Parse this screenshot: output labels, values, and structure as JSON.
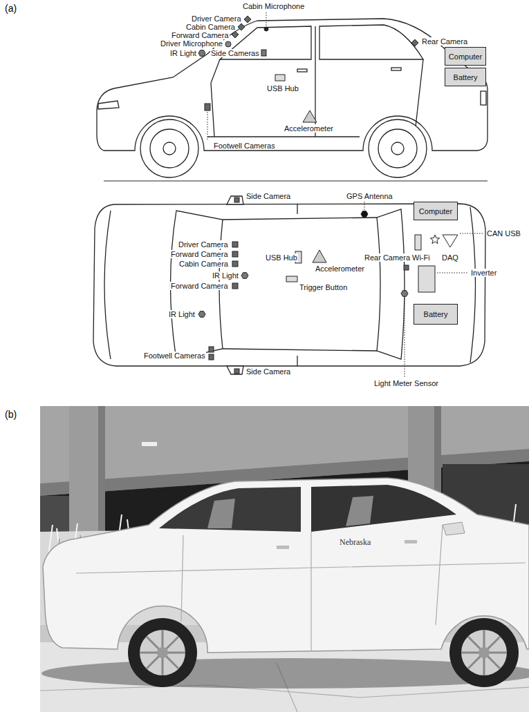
{
  "diagram": {
    "nodes": [
      {
        "text": [
          "Computer"
        ]
      },
      {
        "text": [
          "Battery"
        ]
      },
      {
        "text": [
          "Computer"
        ]
      },
      {
        "text": [
          "Battery"
        ]
      }
    ],
    "labels": [
      "(a)",
      "Cabin Microphone",
      "Driver Camera",
      "Cabin Camera",
      "Forward Camera",
      "Driver Microphone",
      "IR Light",
      "Side Cameras",
      "Rear Camera",
      "USB Hub",
      "Accelerometer",
      "Footwell Cameras",
      "Side Camera",
      "GPS Antenna",
      "CAN USB",
      "Driver Camera",
      "Forward Camera",
      "Cabin Camera",
      "IR Light",
      "Forward Camera",
      "USB Hub",
      "Accelerometer",
      "Rear Camera",
      "Wi-Fi",
      "DAQ",
      "Inverter",
      "Trigger Button",
      "IR Light",
      "Footwell Cameras",
      "Side Camera",
      "Light Meter Sensor",
      "(b)",
      "Nebraska"
    ]
  }
}
